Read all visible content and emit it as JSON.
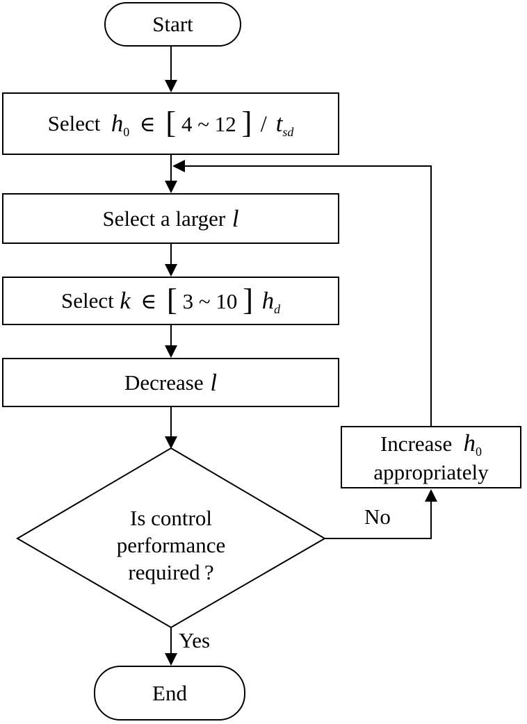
{
  "colors": {
    "ink": "#000000",
    "background": "#ffffff"
  },
  "flowchart": {
    "start": {
      "label": "Start"
    },
    "select_h0": {
      "prefix": "Select",
      "var": "h",
      "var_sub": "0",
      "element_of": "∈",
      "bracket_open": "[",
      "range": "4 ~ 12",
      "bracket_close": "]",
      "slash": "/",
      "denominator_var": "t",
      "denominator_sub": "sd"
    },
    "select_l": {
      "prefix": "Select a larger",
      "var": "l"
    },
    "select_k": {
      "prefix": "Select",
      "var": "k",
      "element_of": "∈",
      "bracket_open": "[",
      "range": "3 ~ 10",
      "bracket_close": "]",
      "factor_var": "h",
      "factor_sub": "d"
    },
    "decrease_l": {
      "prefix": "Decrease",
      "var": "l"
    },
    "decision": {
      "line1": "Is control",
      "line2": "performance",
      "line3": "required ?"
    },
    "increase_h0": {
      "prefix": "Increase",
      "var": "h",
      "var_sub": "0",
      "line2": "appropriately"
    },
    "edge_labels": {
      "no": "No",
      "yes": "Yes"
    },
    "end": {
      "label": "End"
    }
  }
}
